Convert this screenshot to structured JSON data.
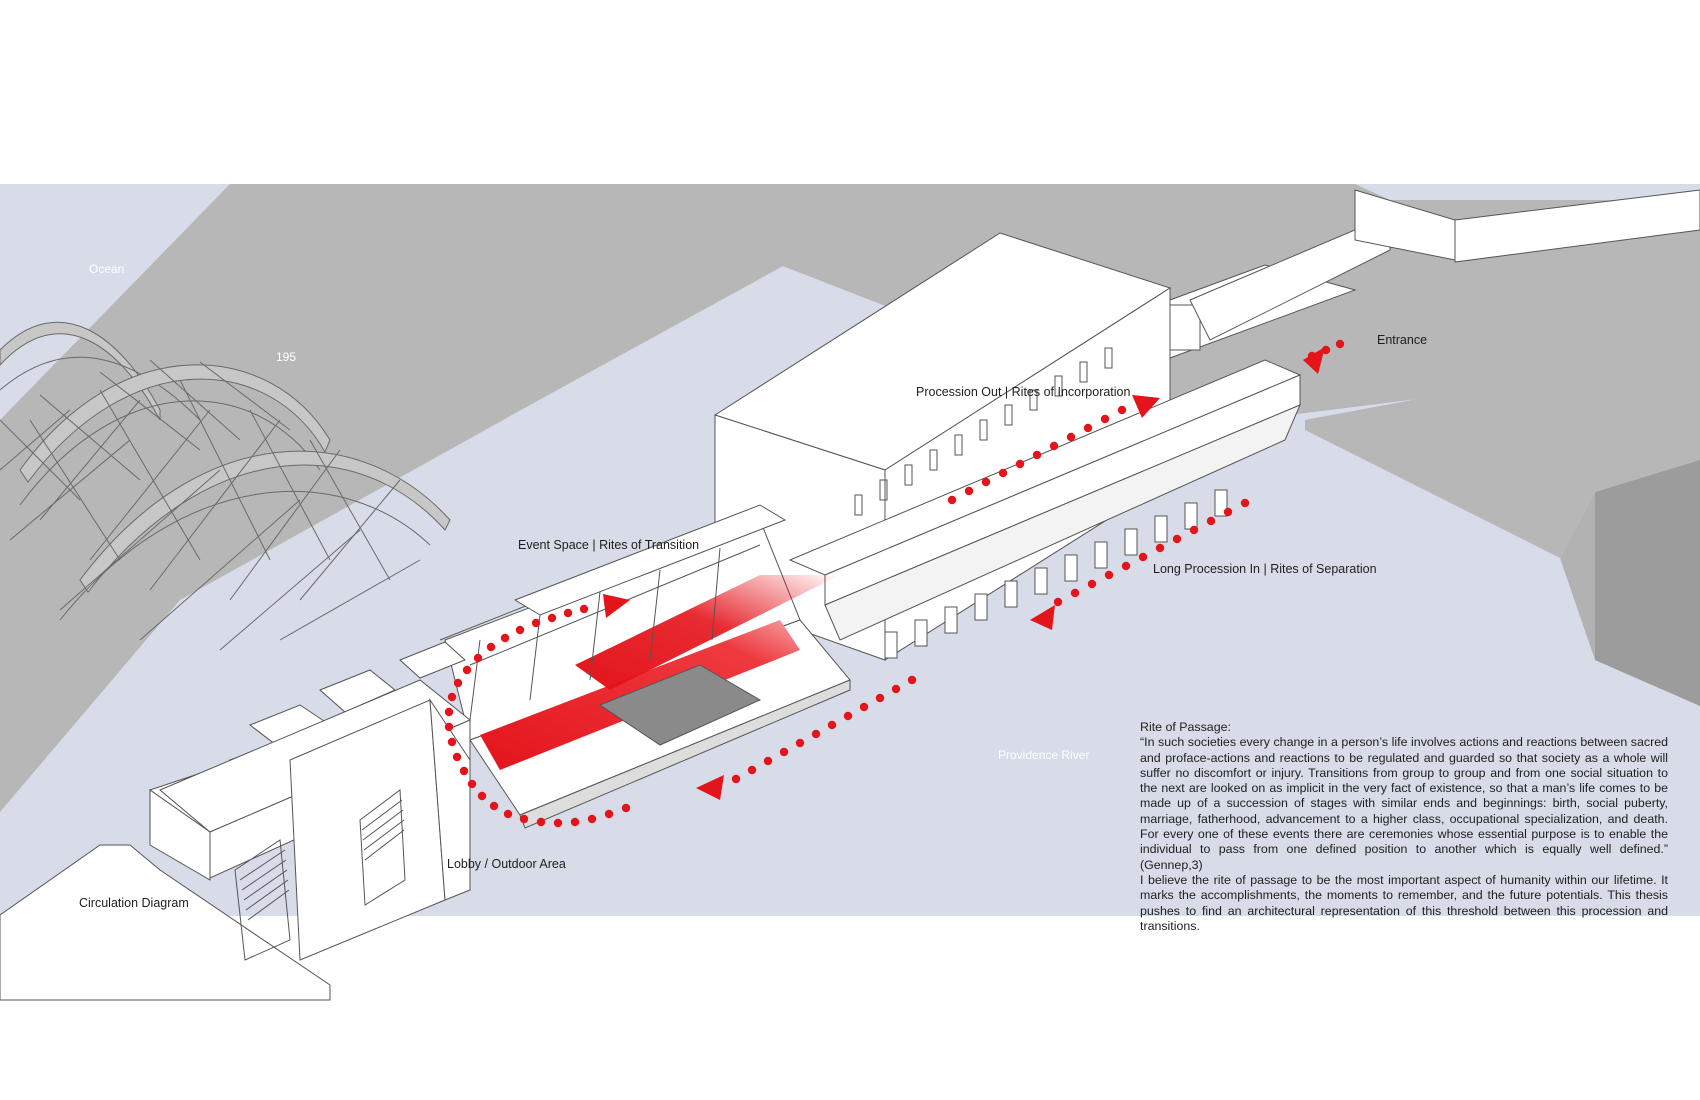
{
  "map_labels": {
    "ocean": "Ocean",
    "highway": "195",
    "river": "Providence River"
  },
  "diagram_labels": {
    "entrance": "Entrance",
    "procession_out": "Procession Out | Rites of Incorporation",
    "event_space": "Event Space | Rites of Transition",
    "long_procession_in": "Long Procession In | Rites of Separation",
    "lobby": "Lobby / Outdoor Area",
    "caption": "Circulation Diagram"
  },
  "passage": {
    "title": "Rite of Passage:",
    "quote": "“In such societies every change in a person’s life involves actions and reactions between sacred and proface-actions and reactions to be regulated and guarded so that society as a whole will suffer no discomfort or injury. Transitions from group to group and from one social situation to the next are looked on as implicit in the very fact of existence, so that a man’s life comes to be made up of a succession of stages with similar ends and beginnings: birth, social puberty, marriage, fatherhood, advancement to a higher class, occupational specialization, and death. For every one of these events there are ceremonies whose essential purpose is to enable the individual to pass from one defined position to another which is equally well defined.” (Gennep,3)",
    "thesis": "I believe the rite of passage to be the most important aspect of humanity within our lifetime. It marks the accomplishments, the moments to remember, and the future potentials. This thesis pushes to find an architectural representation of this threshold between this procession and transitions."
  },
  "colors": {
    "water": "#d8dce8",
    "ground": "#b7b7b7",
    "building": "#ffffff",
    "accent_red": "#e4141b",
    "linework": "#555555"
  }
}
